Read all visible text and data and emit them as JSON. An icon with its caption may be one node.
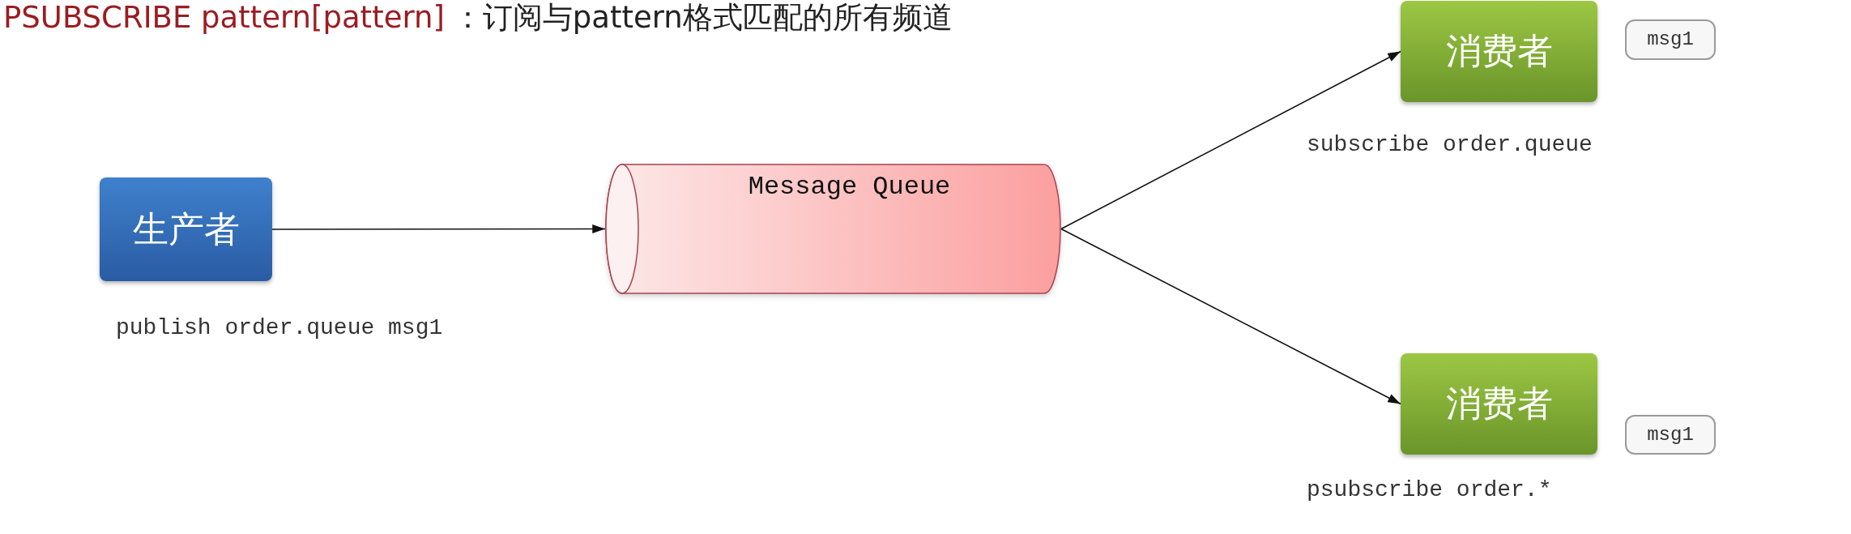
{
  "diagram": {
    "nodes": [
      {
        "text": [
          "生产者"
        ],
        "beside": [
          "publish order.queue msg1"
        ]
      },
      {
        "text": [
          "Message Queue"
        ]
      },
      {
        "text": [
          "消费者"
        ],
        "beside": [
          "subscribe order.queue"
        ]
      },
      {
        "text": [
          "msg1"
        ]
      },
      {
        "text": [
          "消费者"
        ],
        "beside": [
          "psubscribe order.*"
        ]
      },
      {
        "text": [
          "msg1"
        ]
      }
    ],
    "edges": [
      {
        "from": 0,
        "to": 1,
        "arrow": "to"
      },
      {
        "from": 1,
        "to": 2,
        "arrow": "to"
      },
      {
        "from": 1,
        "to": 4,
        "arrow": "to"
      }
    ],
    "labels": [
      "PSUBSCRIBE pattern[pattern]",
      "：订阅与pattern格式匹配的所有频道"
    ]
  }
}
